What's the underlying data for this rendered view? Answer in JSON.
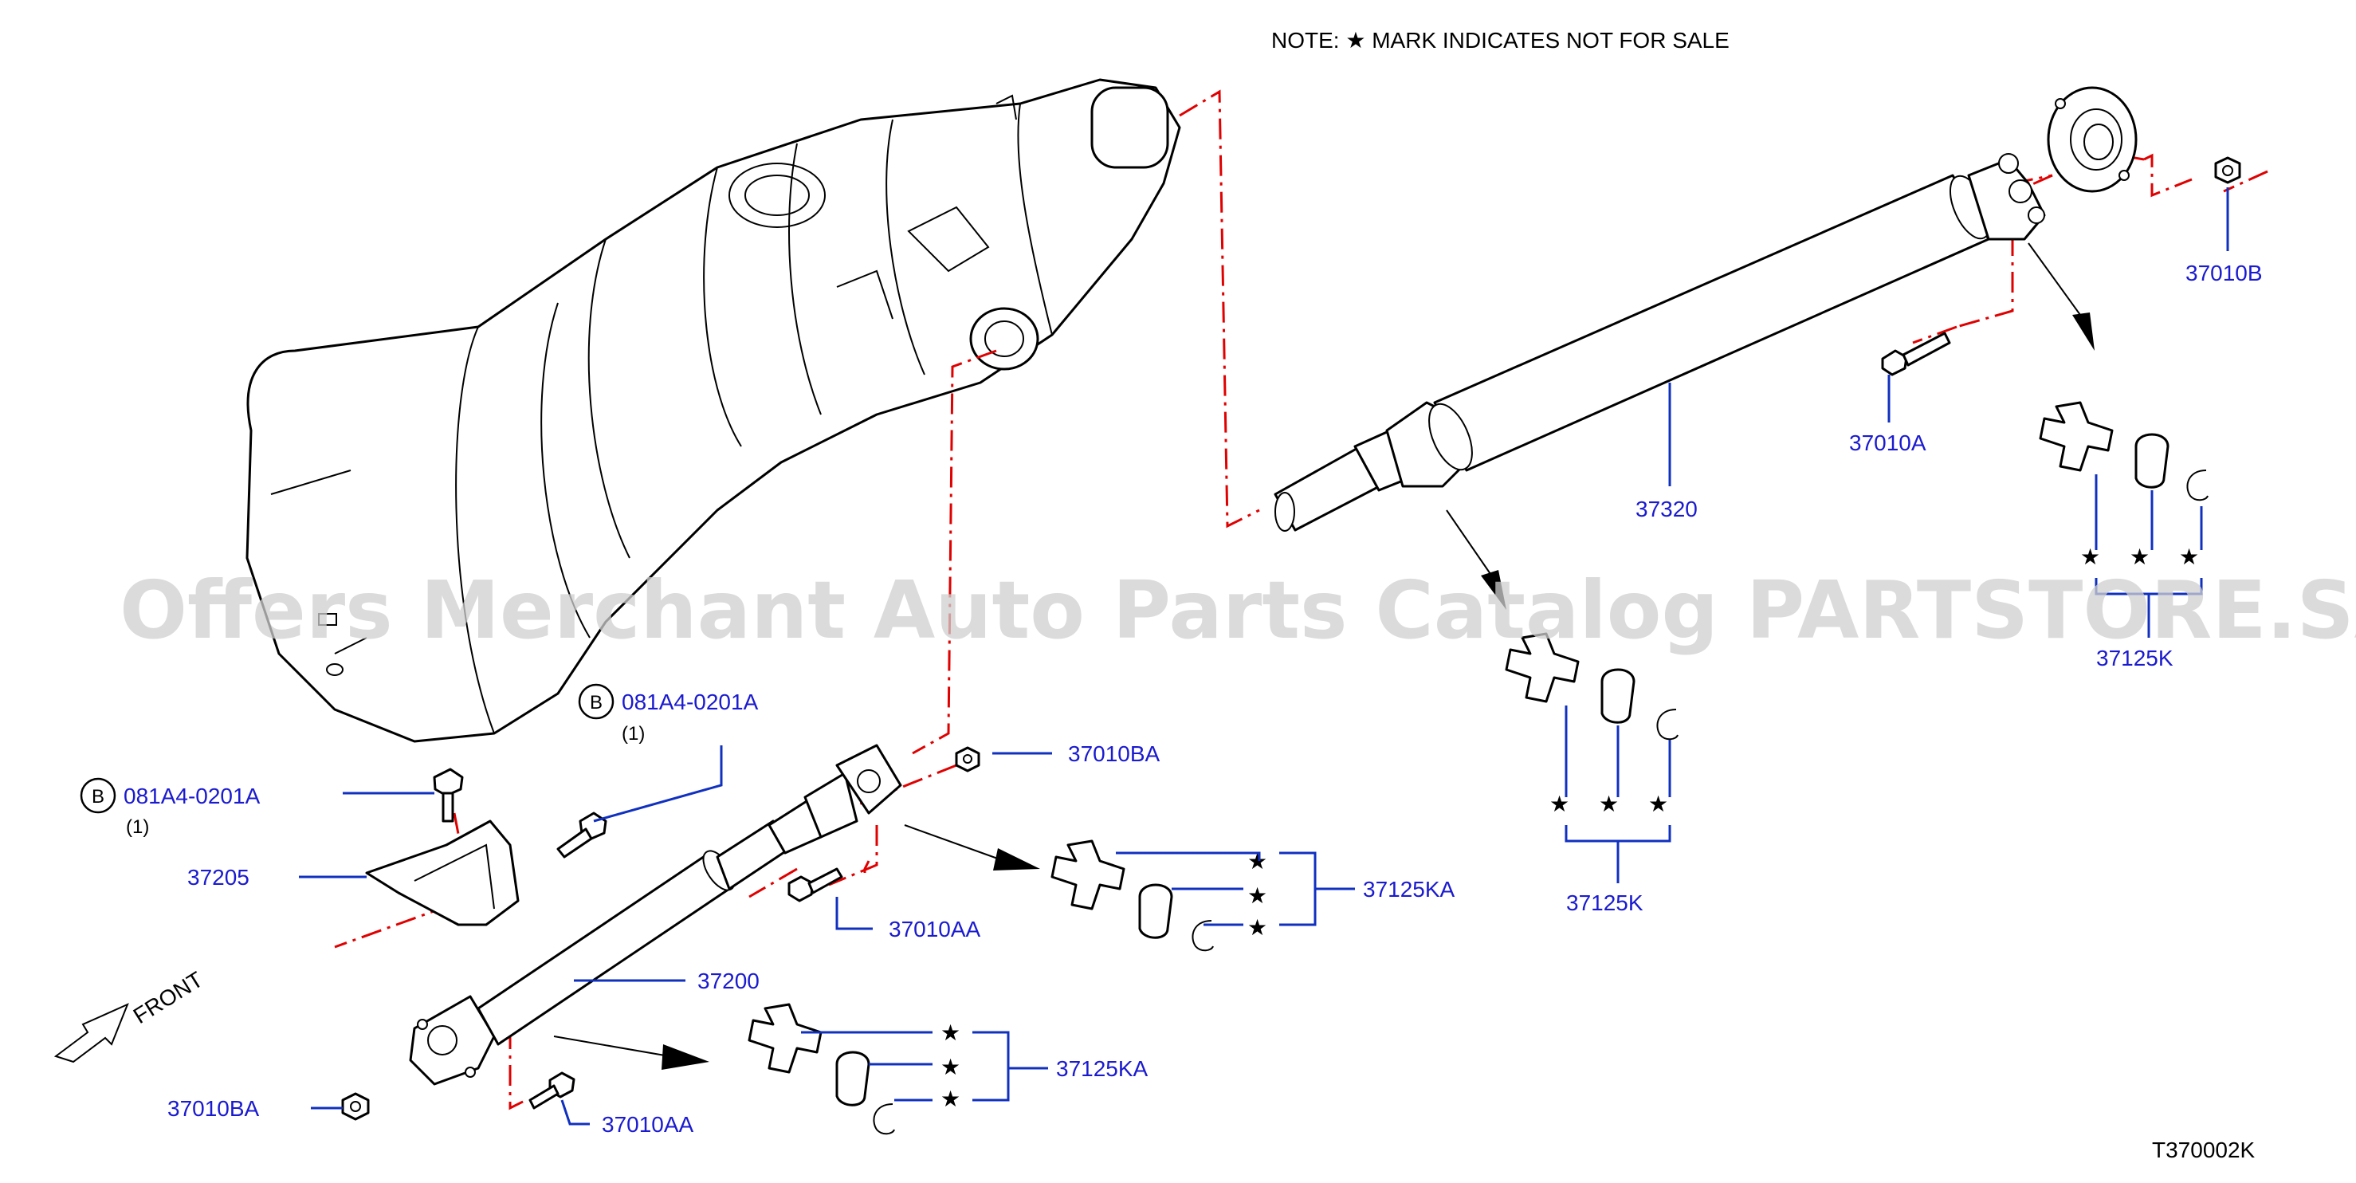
{
  "note": "NOTE:  ★ MARK  INDICATES  NOT  FOR  SALE",
  "watermark": "Offers Merchant Auto Parts Catalog PARTSTORE.SA",
  "diagram_id": "T370002K",
  "front_label": "FRONT",
  "bolt_ref": {
    "circle_letter": "B",
    "part_no": "081A4-0201A",
    "qty": "(1)"
  },
  "parts": {
    "rear_shaft": "37320",
    "front_shaft": "37200",
    "bracket": "37205",
    "nut_b": "37010B",
    "bolt_a": "37010A",
    "nut_ba": "37010BA",
    "bolt_aa": "37010AA",
    "joint_kit_k": "37125K",
    "joint_kit_ka": "37125KA"
  },
  "colors": {
    "label": "#1a1ad0",
    "leader": "#1030c0",
    "assembly_line": "#e00000",
    "watermark": "#cfcfcf"
  }
}
